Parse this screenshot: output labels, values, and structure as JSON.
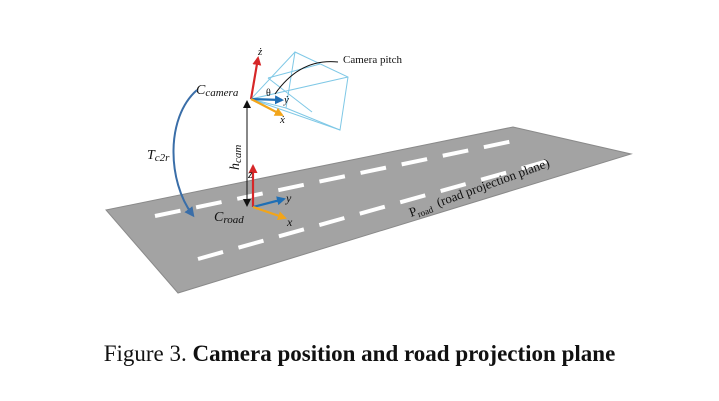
{
  "figure": {
    "labels": {
      "camera_pitch": "Camera pitch",
      "c_camera_base": "C",
      "c_camera_sub": "camera",
      "c_road_base": "C",
      "c_road_sub": "road",
      "t_base": "T",
      "t_sub": "c2r",
      "h_base": "h",
      "h_sub": "cam",
      "theta": "θ",
      "cam_z": "ż",
      "cam_y": "ẏ",
      "cam_x": "ẋ",
      "road_z": "z",
      "road_y": "y",
      "road_x": "x",
      "p_base": "P",
      "p_sub": "road",
      "p_text": "(road projection plane)"
    },
    "colors": {
      "road": "#a3a3a3",
      "road_edge": "#8a8a8a",
      "lane_marking": "#ffffff",
      "z_axis": "#d62728",
      "y_axis": "#1f6fb5",
      "x_axis": "#f2a51a",
      "frustum": "#7fc8e6",
      "transform_arrow": "#3a6ea8"
    }
  },
  "caption": {
    "prefix": "Figure 3.",
    "title": "Camera position and road projection plane"
  }
}
